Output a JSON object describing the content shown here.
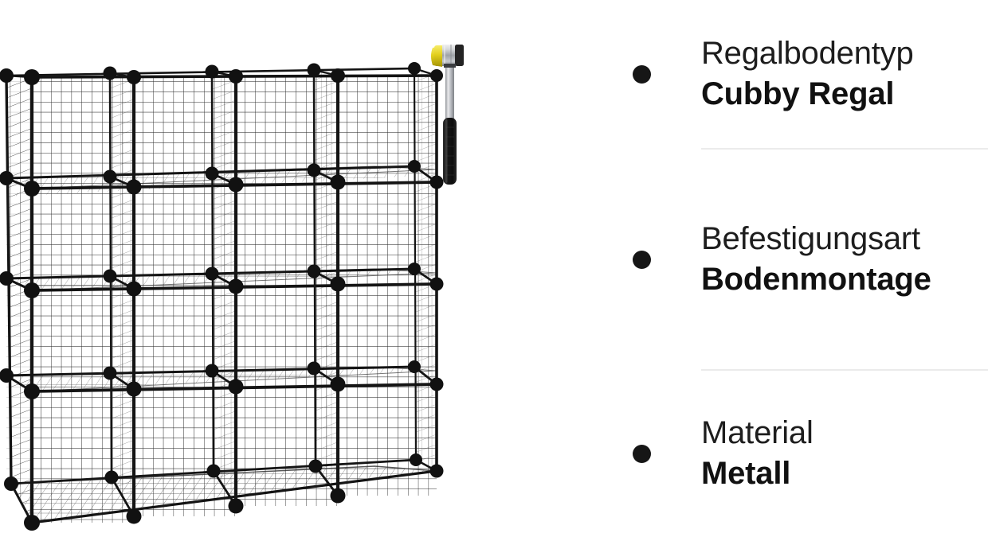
{
  "attributes": {
    "rows": [
      {
        "bullet": "bullet-dot",
        "label": "Regalbodentyp",
        "value": "Cubby Regal"
      },
      {
        "bullet": "bullet-dot",
        "label": "Befestigungsart",
        "value": "Bodenmontage"
      },
      {
        "bullet": "bullet-dot",
        "label": "Material",
        "value": "Metall"
      }
    ],
    "divider_color": "#ebebeb",
    "bullet_color": "#161616",
    "label_color": "#1d1d1d",
    "value_color": "#111111"
  },
  "product_image": {
    "alt": "Drahtgitter Cubby Regal mit 16 Würfeln und Gummihammer",
    "background": "#ffffff",
    "wire_color": "#1a1a1a",
    "connector_color": "#111111",
    "shelf": {
      "columns": 4,
      "rows": 4,
      "cubes": 16,
      "mesh_color": "#2a2a2a"
    },
    "mallet": {
      "name": "Gummihammer",
      "head_face_left_color": "#e8d21e",
      "head_barrel_color": "#b9bcc0",
      "head_face_right_color": "#232323",
      "shaft_color": "#c9ccd0",
      "grip_color": "#1b1b1b"
    }
  }
}
